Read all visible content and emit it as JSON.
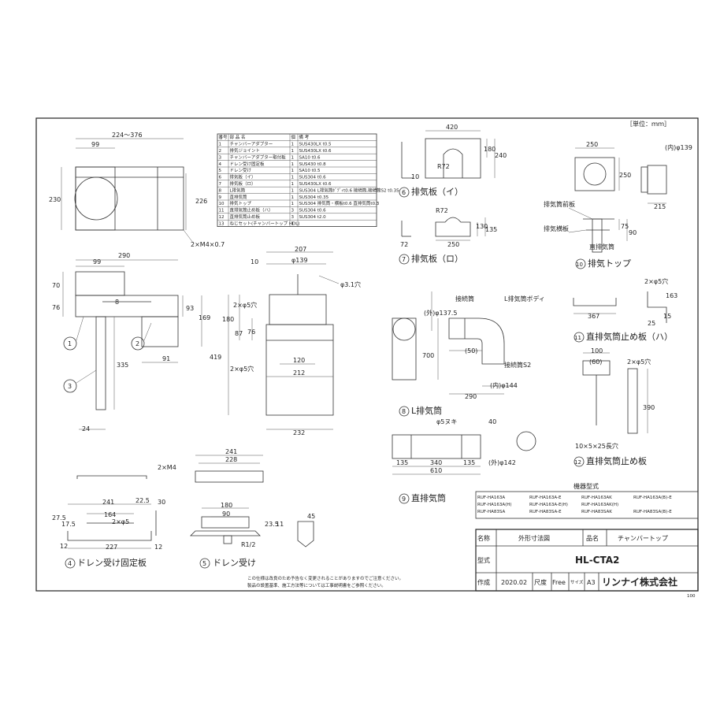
{
  "unit_note": "［単位：ｍｍ］",
  "parts_table": {
    "headers": [
      "番号",
      "部 品 名",
      "個",
      "備 考"
    ],
    "rows": [
      [
        "1",
        "チャンバーアダプター",
        "1",
        "SUS430LX t0.5"
      ],
      [
        "2",
        "排気ジョイント",
        "1",
        "SUS430LX t0.6"
      ],
      [
        "3",
        "チャンバーアダプター取付板",
        "1",
        "SA10 t0.6"
      ],
      [
        "4",
        "ドレン受け固定板",
        "1",
        "SUS430 t0.8"
      ],
      [
        "5",
        "ドレン受け",
        "1",
        "SA10 t0.5"
      ],
      [
        "6",
        "排気板（イ）",
        "1",
        "SUS304 t0.6"
      ],
      [
        "7",
        "排気板（ロ）",
        "1",
        "SUS430LX t0.6"
      ],
      [
        "8",
        "L排気筒",
        "1",
        "SUS304 L排気筒ﾎﾞﾃﾞｨt0.6 接続筒,接続筒S2 t0.35"
      ],
      [
        "9",
        "直排気筒",
        "1",
        "SUS304 t0.35"
      ],
      [
        "10",
        "排気トップ",
        "1",
        "SUS304 排気筒・横板t0.6 直排気筒t0.3"
      ],
      [
        "11",
        "直排気筒止め板（ハ）",
        "3",
        "SUS304 t0.6"
      ],
      [
        "12",
        "直排気筒止め板",
        "3",
        "SUS304 t2.0"
      ],
      [
        "13",
        "ねじセット(チャンバートップ HDL)",
        "1",
        ""
      ]
    ]
  },
  "part_labels": {
    "p4": "ドレン受け固定板",
    "p5": "ドレン受け",
    "p6": "排気板（イ）",
    "p7": "排気板（ロ）",
    "p8": "L排気筒",
    "p9": "直排気筒",
    "p10": "排気トップ",
    "p11": "直排気筒止め板（ハ）",
    "p12": "直排気筒止め板"
  },
  "callouts": {
    "joint": "接続筒",
    "body": "L排気筒ボディ",
    "joint_s2": "接続筒S2",
    "front_plate": "排気筒前板",
    "side_plate": "排気横板",
    "straight_pipe": "直排気筒"
  },
  "dims": {
    "d224_376": "224～376",
    "d99": "99",
    "d230": "230",
    "d226": "226",
    "dm4": "2×M4×0.7",
    "d290": "290",
    "d99b": "99",
    "d70": "70",
    "d76": "76",
    "d8": "8",
    "d93": "93",
    "d169": "169",
    "d91": "91",
    "d335": "335",
    "d24": "24",
    "d10": "10",
    "d207": "207",
    "dphi139": "φ139",
    "dphi31": "φ3.1穴",
    "d2phi5": "2×φ5穴",
    "d180": "180",
    "d87": "87",
    "d76b": "76",
    "d419": "419",
    "d120": "120",
    "d212": "212",
    "d2phi5b": "2×φ5穴",
    "d232": "232",
    "d420": "420",
    "d180b": "180",
    "d240": "240",
    "dr72": "R72",
    "d10b": "10",
    "dr72b": "R72",
    "d72": "72",
    "d250": "250",
    "d130": "130",
    "d135": "135",
    "d250b": "250",
    "d250c": "250",
    "d215": "215",
    "dphi139b": "(内)φ139",
    "d75": "75",
    "d90": "90",
    "dphi1375": "(外)φ137.5",
    "d50": "(50)",
    "d700": "700",
    "d290b": "290",
    "dphi144": "(内)φ144",
    "dphi5": "φ5ヌキ",
    "d40": "40",
    "d135b": "135",
    "d340": "340",
    "d135c": "135",
    "d610": "610",
    "dphi142": "(外)φ142",
    "d2phi5c": "2×φ5穴",
    "d163": "163",
    "d367": "367",
    "d15": "15",
    "d25": "25",
    "d100": "100",
    "d60": "(60)",
    "d2phi5d": "2×φ5穴",
    "d390": "390",
    "d10x5": "10×5×25長穴",
    "d241": "241",
    "d228": "228",
    "d2m4": "2×M4",
    "d241b": "241",
    "d225": "22.5",
    "d30": "30",
    "d164": "164",
    "d2phi5e": "2×φ5",
    "d275": "27.5",
    "d175": "17.5",
    "d12": "12",
    "d227": "227",
    "d12b": "12",
    "d180c": "180",
    "d90b": "90",
    "d235": "23.5",
    "d11": "11",
    "dr12": "R1/2",
    "d45": "45"
  },
  "models": {
    "heading": "機器型式",
    "rows": [
      [
        "RUF-HA163A",
        "RUF-HA163A-E",
        "RUF-HA163AK",
        "RUF-HA163A(B)-E"
      ],
      [
        "RUF-HA163A(H)",
        "RUF-HA163A-E(H)",
        "RUF-HA163AK(H)",
        ""
      ],
      [
        "RUF-HA83SA",
        "RUF-HA83SA-E",
        "RUF-HA83SAK",
        "RUF-HA83SA(B)-E"
      ]
    ]
  },
  "title_block": {
    "name_label": "名称",
    "name_value": "外形寸法図",
    "product_label": "品名",
    "product_value": "チャンバートップ",
    "model_label": "型式",
    "model_value": "HL-CTA2",
    "date_label": "作成",
    "date_value": "2020.02",
    "scale_label": "尺度",
    "scale_value": "Free",
    "size_label": "サイズ",
    "size_value": "A3",
    "company": "リンナイ株式会社"
  },
  "notes": [
    "この仕様は改良のため予告なく変更されることがありますのでご注意ください。",
    "製品の設置基準、施工方法等については工事説明書をご参照ください。"
  ],
  "page_code": "100"
}
